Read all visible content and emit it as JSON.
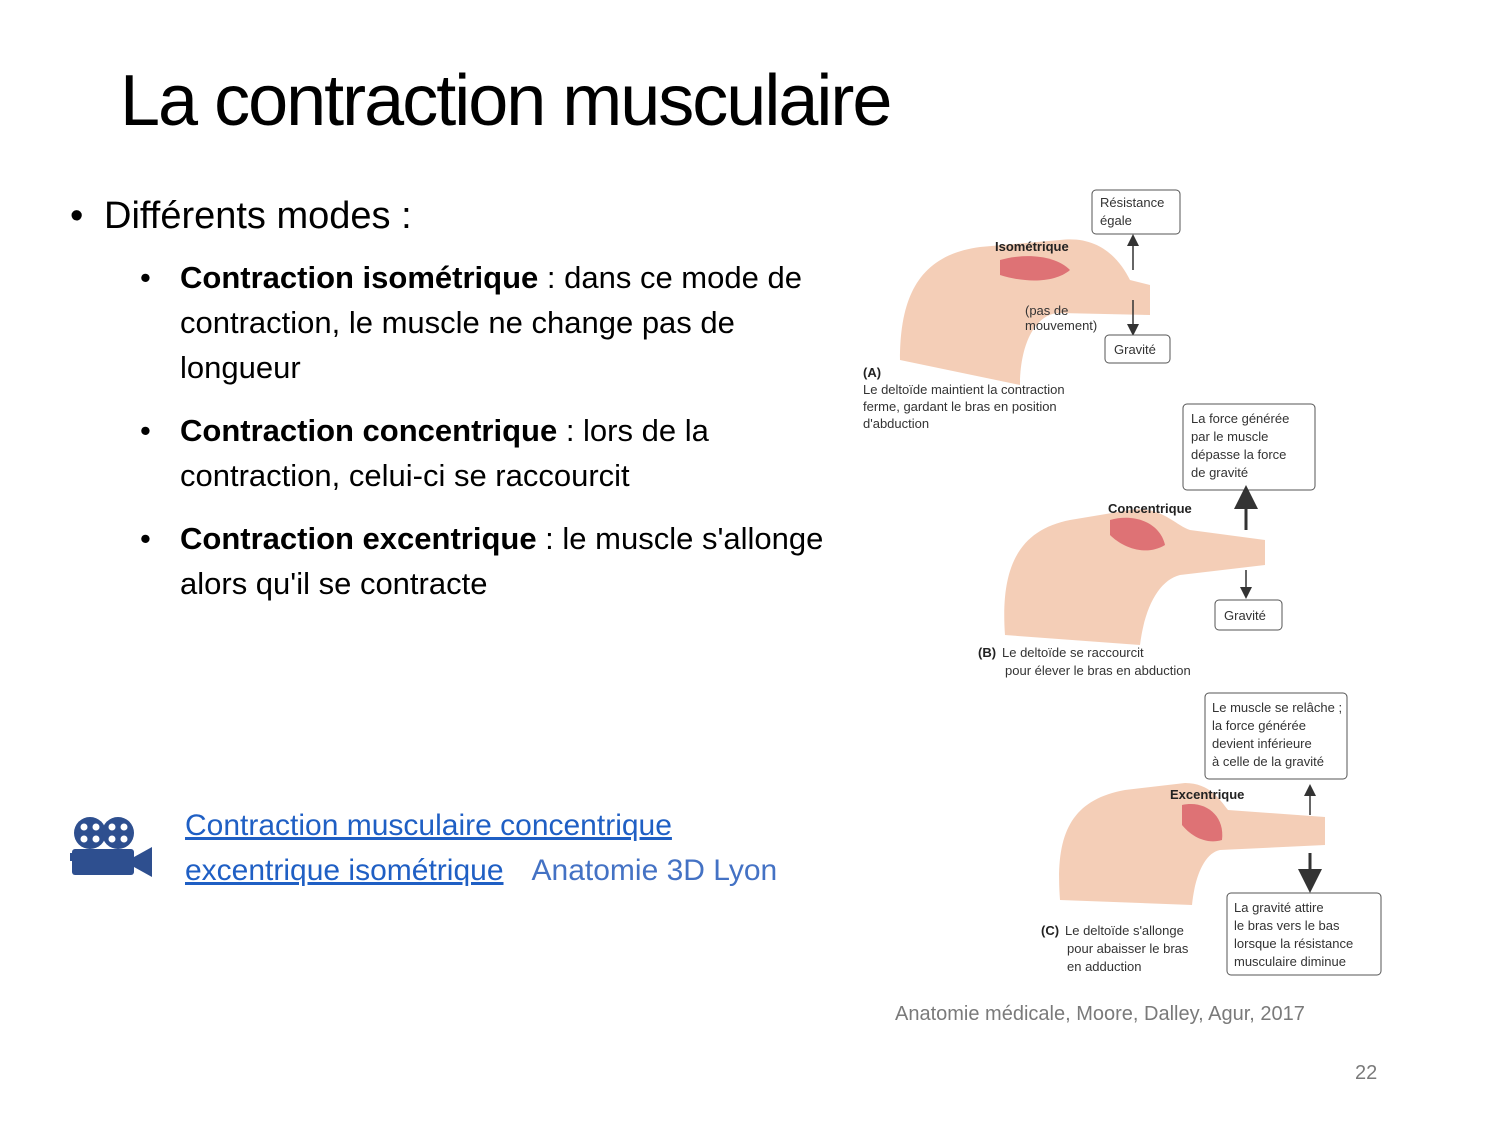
{
  "slide": {
    "title": "La contraction musculaire",
    "main_bullet": "Différents modes :",
    "items": [
      {
        "term": "Contraction isométrique",
        "desc": " : dans ce mode de contraction, le muscle ne change pas de longueur"
      },
      {
        "term": "Contraction concentrique",
        "desc": " : lors de la contraction, celui-ci se raccourcit"
      },
      {
        "term": "Contraction excentrique",
        "desc": " : le muscle s'allonge alors qu'il se contracte"
      }
    ],
    "link": {
      "line1": "Contraction musculaire concentrique",
      "line2": "excentrique isométrique",
      "source": "Anatomie 3D Lyon"
    },
    "credit": "Anatomie médicale, Moore, Dalley, Agur, 2017",
    "page_number": "22"
  },
  "figure": {
    "a": {
      "box_top": [
        "Résistance",
        "égale"
      ],
      "label": "Isométrique",
      "note": [
        "(pas de",
        "mouvement)"
      ],
      "box_bottom": "Gravité",
      "letter": "(A)",
      "caption": [
        "Le deltoïde maintient la contraction",
        "ferme, gardant le bras en position",
        "d'abduction"
      ]
    },
    "b": {
      "box_top": [
        "La force générée",
        "par le muscle",
        "dépasse la force",
        "de gravité"
      ],
      "label": "Concentrique",
      "box_bottom": "Gravité",
      "letter": "(B)",
      "caption": [
        "Le deltoïde se raccourcit",
        "pour élever le bras en abduction"
      ]
    },
    "c": {
      "box_top": [
        "Le muscle se relâche ;",
        "la force générée",
        "devient inférieure",
        "à celle de la gravité"
      ],
      "label": "Excentrique",
      "box_bottom": [
        "La gravité attire",
        "le bras vers le bas",
        "lorsque la résistance",
        "musculaire diminue"
      ],
      "letter": "(C)",
      "caption": [
        "Le deltoïde s'allonge",
        "pour abaisser le bras",
        "en adduction"
      ]
    }
  },
  "colors": {
    "link": "#1f5fc4",
    "icon": "#2e4f8f",
    "skin": "#f2c6aa",
    "muscle": "#d9616a"
  },
  "icons": {
    "video": "video-camera-icon"
  }
}
